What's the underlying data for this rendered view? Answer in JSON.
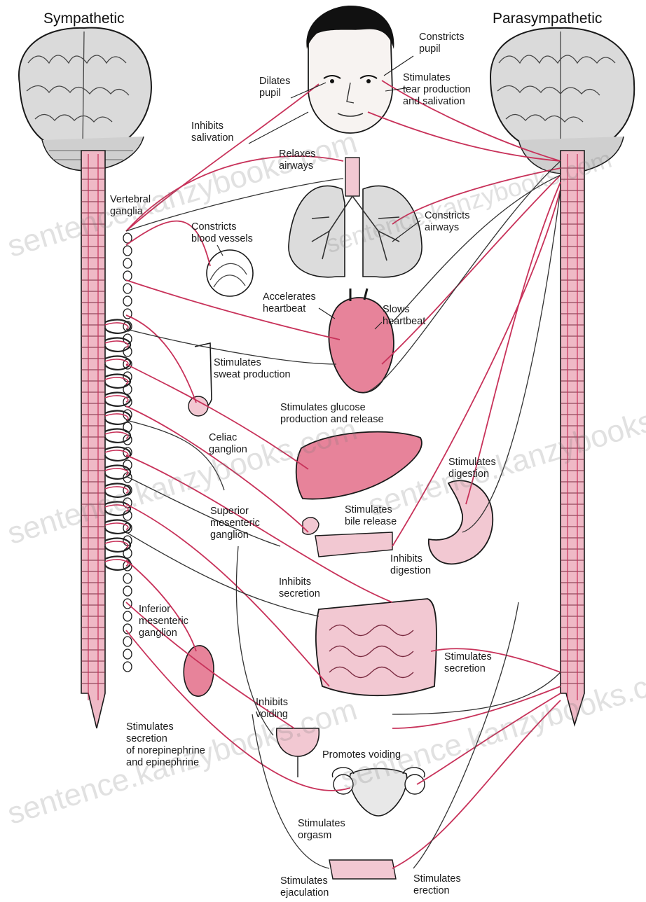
{
  "titles": {
    "left": "Sympathetic",
    "right": "Parasympathetic"
  },
  "labels": {
    "constricts_pupil": "Constricts\npupil",
    "dilates_pupil": "Dilates\npupil",
    "stimulates_tears": "Stimulates\ntear production\nand salivation",
    "inhibits_salivation": "Inhibits\nsalivation",
    "relaxes_airways": "Relaxes\nairways",
    "vertebral_ganglia": "Vertebral\nganglia",
    "constricts_vessels": "Constricts\nblood vessels",
    "constricts_airways": "Constricts\nairways",
    "accelerates_heartbeat": "Accelerates\nheartbeat",
    "slows_heartbeat": "Slows\nheartbeat",
    "stimulates_sweat": "Stimulates\nsweat production",
    "stimulates_glucose": "Stimulates glucose\nproduction and release",
    "celiac_ganglion": "Celiac\nganglion",
    "stimulates_digestion": "Stimulates\ndigestion",
    "superior_mesenteric": "Superior\nmesenteric\nganglion",
    "stimulates_bile": "Stimulates\nbile release",
    "inhibits_digestion": "Inhibits\ndigestion",
    "inhibits_secretion": "Inhibits\nsecretion",
    "inferior_mesenteric": "Inferior\nmesenteric\nganglion",
    "stimulates_secretion": "Stimulates\nsecretion",
    "inhibits_voiding": "Inhibits\nvoiding",
    "stimulates_norepinephrine": "Stimulates\nsecretion\nof norepinephrine\nand epinephrine",
    "promotes_voiding": "Promotes voiding",
    "stimulates_orgasm": "Stimulates\norgasm",
    "stimulates_ejaculation": "Stimulates\nejaculation",
    "stimulates_erection": "Stimulates\nerection"
  },
  "watermark": "sentence.kanzybooks.com",
  "colors": {
    "nerve": "#c8325a",
    "organ_pink": "#e7839a",
    "organ_light": "#f2c8d2",
    "gray_fill": "#d9d9d9",
    "outline": "#1a1a1a"
  }
}
